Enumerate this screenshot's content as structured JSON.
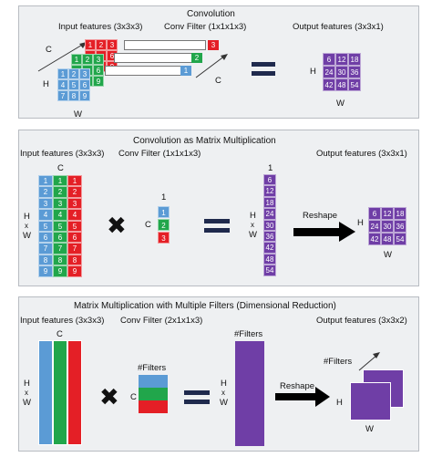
{
  "panel1": {
    "title": "Convolution",
    "input_label": "Input features (3x3x3)",
    "filter_label": "Conv Filter (1x1x1x3)",
    "output_label": "Output features (3x3x1)",
    "dim_c": "C",
    "dim_h": "H",
    "dim_w": "W",
    "dim_c2": "C",
    "out_h": "H",
    "out_w": "W",
    "input_values": [
      "1",
      "2",
      "3",
      "4",
      "5",
      "6",
      "7",
      "8",
      "9"
    ],
    "filter_values": [
      "1",
      "2",
      "3"
    ],
    "output_values": [
      "6",
      "12",
      "18",
      "24",
      "30",
      "36",
      "42",
      "48",
      "54"
    ]
  },
  "panel2": {
    "title": "Convolution as Matrix Multiplication",
    "input_label": "Input features (3x3x3)",
    "filter_label": "Conv Filter (1x1x1x3)",
    "output_label": "Output features (3x3x1)",
    "col_c": "C",
    "row_h": "H",
    "row_x": "x",
    "row_w": "W",
    "filter_top": "1",
    "filter_c": "C",
    "result_top": "1",
    "res_h": "H",
    "res_x": "x",
    "res_w": "W",
    "reshape": "Reshape",
    "out_h": "H",
    "out_w": "W",
    "column_values": [
      "1",
      "2",
      "3",
      "4",
      "5",
      "6",
      "7",
      "8",
      "9"
    ],
    "filter_values": [
      "1",
      "2",
      "3"
    ],
    "result_values": [
      "6",
      "12",
      "18",
      "24",
      "30",
      "36",
      "42",
      "48",
      "54"
    ],
    "output_values": [
      "6",
      "12",
      "18",
      "24",
      "30",
      "36",
      "42",
      "48",
      "54"
    ]
  },
  "panel3": {
    "title": "Matrix Multiplication with Multiple Filters (Dimensional Reduction)",
    "input_label": "Input features (3x3x3)",
    "filter_label": "Conv Filter (2x1x1x3)",
    "output_label": "Output features (3x3x2)",
    "col_c": "C",
    "row_h": "H",
    "row_x": "x",
    "row_w": "W",
    "filters_label": "#Filters",
    "filter_c": "C",
    "result_filters": "#Filters",
    "res_h": "H",
    "res_x": "x",
    "res_w": "W",
    "reshape": "Reshape",
    "out_filters": "#Filters",
    "out_h": "H",
    "out_w": "W"
  },
  "colors": {
    "blue": "#5b9bd5",
    "green": "#21a64b",
    "red": "#e41f26",
    "purple": "#6f3ea6",
    "navy": "#1f2a4d"
  }
}
